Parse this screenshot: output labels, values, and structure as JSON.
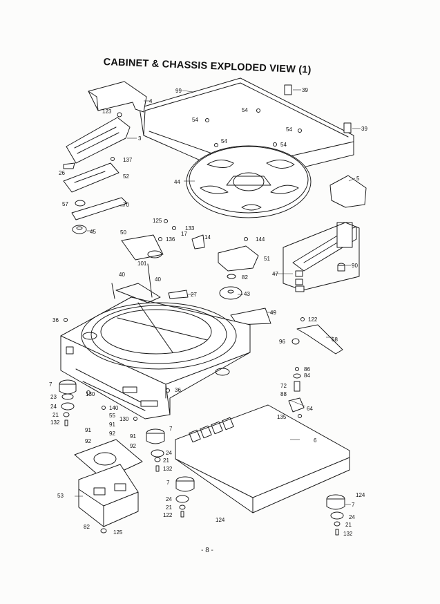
{
  "title": "CABINET & CHASSIS EXPLODED VIEW (1)",
  "page_number": "- 8 -",
  "labels": {
    "p4": "4",
    "p123a": "123",
    "p99": "99",
    "p39a": "39",
    "p39b": "39",
    "p54a": "54",
    "p54b": "54",
    "p54c": "54",
    "p54d": "54",
    "p54e": "54",
    "p3": "3",
    "p137": "137",
    "p26": "26",
    "p52": "52",
    "p44": "44",
    "p5": "5",
    "p57": "57",
    "p70": "70",
    "p45": "45",
    "p125a": "125",
    "p133": "133",
    "p17": "17",
    "p50": "50",
    "p136": "136",
    "p14": "14",
    "p144": "144",
    "p51": "51",
    "p101": "101",
    "p40a": "40",
    "p40b": "40",
    "p47": "47",
    "p90": "90",
    "p82a": "82",
    "p27": "27",
    "p43": "43",
    "p49": "49",
    "p36a": "36",
    "p122a": "122",
    "p96": "96",
    "p68": "68",
    "p86": "86",
    "p84": "84",
    "p72": "72",
    "p88": "88",
    "p64": "64",
    "p135": "135",
    "p7a": "7",
    "p130a": "130",
    "p23": "23",
    "p24a": "24",
    "p21a": "21",
    "p132a": "132",
    "p36b": "36",
    "p140": "140",
    "p55": "55",
    "p91a": "91",
    "p92a": "92",
    "p91b": "91",
    "p92b": "92",
    "p91c": "91",
    "p92c": "92",
    "p130b": "130",
    "p7b": "7",
    "p24b": "24",
    "p21b": "21",
    "p132b": "132",
    "p6": "6",
    "p53": "53",
    "p7c": "7",
    "p24c": "24",
    "p21c": "21",
    "p122b": "122",
    "p124a": "124",
    "p124b": "124",
    "p7d": "7",
    "p24d": "24",
    "p21d": "21",
    "p132c": "132",
    "p82b": "82",
    "p125b": "125"
  }
}
